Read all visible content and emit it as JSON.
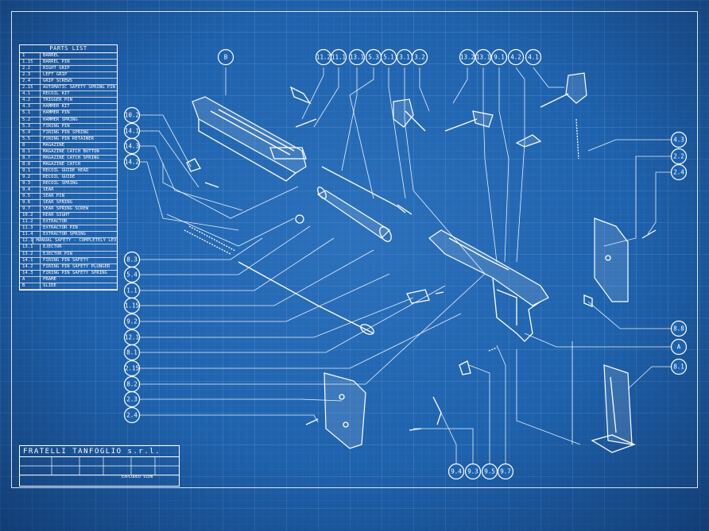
{
  "parts_list": {
    "title": "PARTS LIST",
    "items": [
      {
        "no": "1",
        "name": "BARREL"
      },
      {
        "no": "1.15",
        "name": "BARREL PIN"
      },
      {
        "no": "2.2",
        "name": "RIGHT GRIP"
      },
      {
        "no": "2.3",
        "name": "LEFT GRIP"
      },
      {
        "no": "2.4",
        "name": "GRIP SCREWS"
      },
      {
        "no": "2.15",
        "name": "AUTOMATIC SAFETY SPRING PIN"
      },
      {
        "no": "4.1",
        "name": "RECOIL KIT"
      },
      {
        "no": "4.2",
        "name": "TRIGGER PIN"
      },
      {
        "no": "4.3",
        "name": "HAMMER KIT"
      },
      {
        "no": "5.1",
        "name": "HAMMER PIN"
      },
      {
        "no": "5.2",
        "name": "HAMMER SPRING"
      },
      {
        "no": "5.3",
        "name": "FIRING PIN"
      },
      {
        "no": "5.4",
        "name": "FIRING PIN SPRING"
      },
      {
        "no": "5.5",
        "name": "FIRING PIN RETAINER"
      },
      {
        "no": "8",
        "name": "MAGAZINE"
      },
      {
        "no": "8.1",
        "name": "MAGAZINE CATCH BUTTON"
      },
      {
        "no": "8.7",
        "name": "MAGAZINE CATCH SPRING"
      },
      {
        "no": "8.8",
        "name": "MAGAZINE CATCH"
      },
      {
        "no": "9.1",
        "name": "RECOIL GUIDE HEAD"
      },
      {
        "no": "9.2",
        "name": "RECOIL GUIDE"
      },
      {
        "no": "9.3",
        "name": "RECOIL SPRING"
      },
      {
        "no": "9.4",
        "name": "SEAR"
      },
      {
        "no": "9.5",
        "name": "SEAR PIN"
      },
      {
        "no": "9.6",
        "name": "SEAR SPRING"
      },
      {
        "no": "9.7",
        "name": "SEAR SPRING SCREW"
      },
      {
        "no": "10.2",
        "name": "REAR SIGHT"
      },
      {
        "no": "11.2",
        "name": "EXTRACTOR"
      },
      {
        "no": "11.3",
        "name": "EXTRACTOR PIN"
      },
      {
        "no": "11.4",
        "name": "EXTRACTOR SPRING"
      },
      {
        "no": "12.1",
        "name": "MANUAL SAFETY - COMPLETELY LEVER"
      },
      {
        "no": "13.1",
        "name": "EJECTOR"
      },
      {
        "no": "13.2",
        "name": "EJECTOR PIN"
      },
      {
        "no": "14.1",
        "name": "FIRING PIN SAFETY"
      },
      {
        "no": "14.2",
        "name": "FIRING PIN SAFETY PLUNGER"
      },
      {
        "no": "14.3",
        "name": "FIRING PIN SAFETY SPRING"
      },
      {
        "no": "A",
        "name": "FRAME"
      },
      {
        "no": "B",
        "name": "SLIDE"
      }
    ]
  },
  "title_block": {
    "company": "FRATELLI TANFOGLIO s.r.l.",
    "view": "EXPLODED VIEW"
  },
  "callouts": {
    "top": [
      "B",
      "11.2",
      "11.1",
      "13.1",
      "5.3",
      "5.1",
      "3.1",
      "3.2",
      "13.2",
      "13.1",
      "9.1",
      "4.2",
      "4.1"
    ],
    "left": [
      "10.2",
      "14.1",
      "14.3",
      "14.2",
      "8.3",
      "5.4",
      "1.1",
      "1.15",
      "9.2",
      "12.1",
      "8.1",
      "2.15",
      "8.2",
      "2.3",
      "2.4"
    ],
    "right": [
      "4.3",
      "2.2",
      "2.4",
      "8.8",
      "A",
      "8.1"
    ],
    "bottom": [
      "9.4",
      "9.3",
      "9.5",
      "9.7"
    ]
  }
}
